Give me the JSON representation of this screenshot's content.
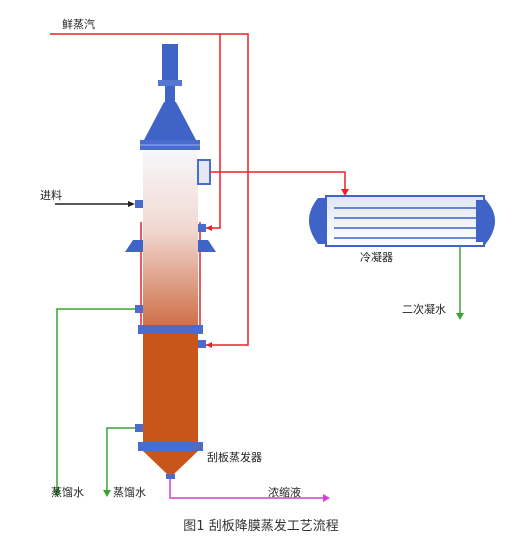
{
  "labels": {
    "fresh_steam": "鲜蒸汽",
    "feed": "进料",
    "condenser": "冷凝器",
    "secondary_condensate": "二次凝水",
    "evaporator": "刮板蒸发器",
    "distilled_water_1": "蒸馏水",
    "distilled_water_2": "蒸馏水",
    "concentrate": "浓缩液"
  },
  "caption": "图1 刮板降膜蒸发工艺流程",
  "colors": {
    "steam_line": "#e8202a",
    "water_line": "#3aa335",
    "concentrate_line": "#d43fd4",
    "feed_line": "#222222",
    "equipment_blue": "#3f63c7",
    "product_fill": "#c8551a"
  }
}
